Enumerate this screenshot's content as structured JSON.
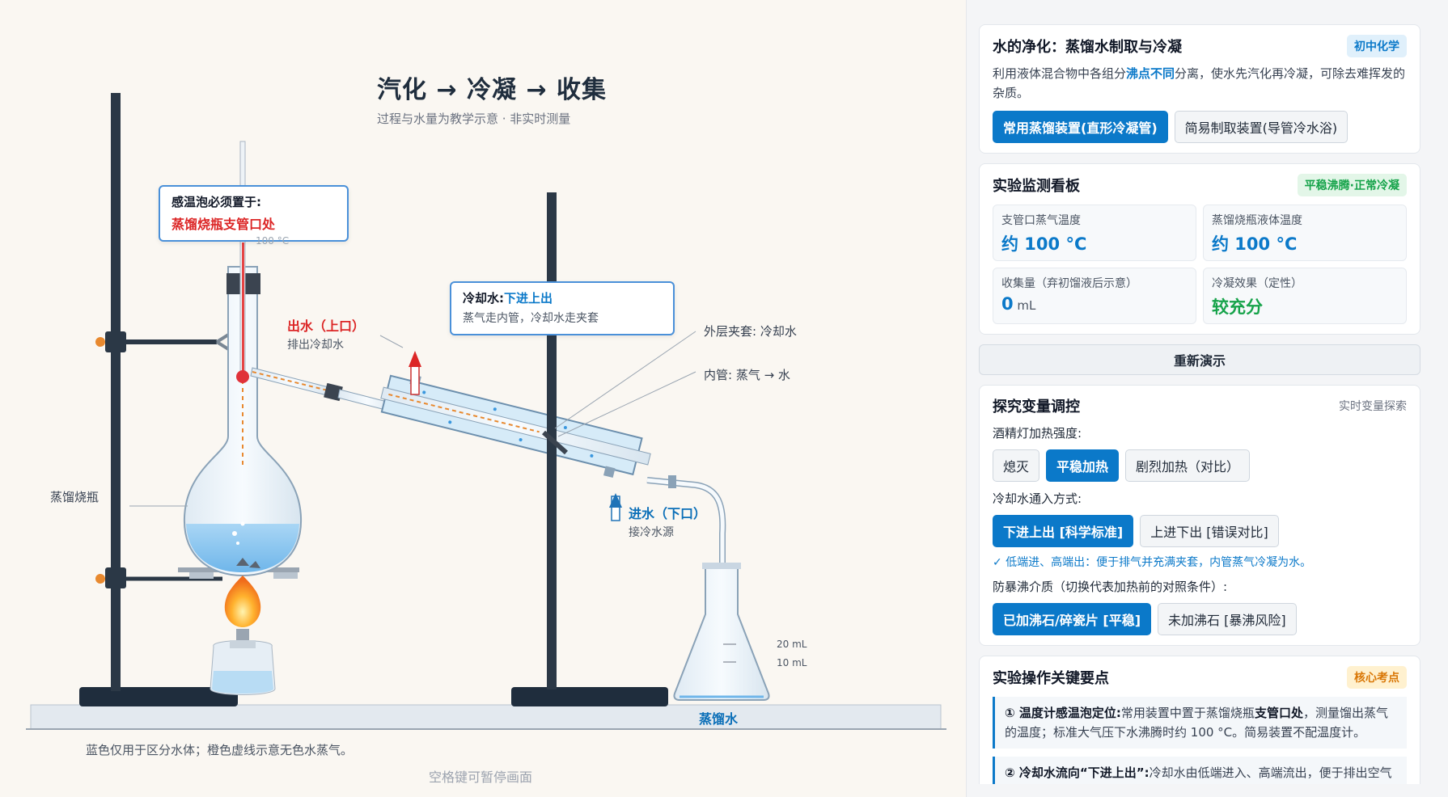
{
  "stage": {
    "title": "汽化 → 冷凝 → 收集",
    "subtitle": "过程与水量为教学示意 · 非实时测量",
    "bottom_note": "蓝色仅用于区分水体；橙色虚线示意无色水蒸气。",
    "pause_hint": "空格键可暂停画面",
    "thermo_callout": {
      "title": "感温泡必须置于:",
      "highlight": "蒸馏烧瓶支管口处"
    },
    "cooling_callout": {
      "title_prefix": "冷却水:",
      "title_emph": "下进上出",
      "sub": "蒸气走内管，冷却水走夹套"
    },
    "labels": {
      "water_out": "出水（上口）",
      "water_out_sub": "排出冷却水",
      "jacket": "外层夹套: 冷却水",
      "inner": "内管: 蒸气 → 水",
      "flask": "蒸馏烧瓶",
      "water_in": "进水（下口）",
      "water_in_sub": "接冷水源",
      "ml20": "20 mL",
      "ml10": "10 mL",
      "distilled": "蒸馏水",
      "thermo_hidden": "100 °C"
    }
  },
  "header": {
    "title": "水的净化：蒸馏水制取与冷凝",
    "badge": "初中化学",
    "desc_before": "利用液体混合物中各组分",
    "desc_bold": "沸点不同",
    "desc_after": "分离，使水先汽化再冷凝，可除去难挥发的杂质。",
    "modes": [
      "常用蒸馏装置(直形冷凝管)",
      "简易制取装置(导管冷水浴)"
    ]
  },
  "monitor": {
    "title": "实验监测看板",
    "status": "平稳沸腾·正常冷凝",
    "metrics": [
      {
        "label": "支管口蒸气温度",
        "value": "约 100 °C",
        "unit": ""
      },
      {
        "label": "蒸馏烧瓶液体温度",
        "value": "约 100 °C",
        "unit": ""
      },
      {
        "label": "收集量（弃初馏液后示意）",
        "value": "0",
        "unit": " mL"
      },
      {
        "label": "冷凝效果（定性）",
        "value": "较充分",
        "unit": ""
      }
    ]
  },
  "restart_label": "重新演示",
  "controls": {
    "title": "探究变量调控",
    "side": "实时变量探索",
    "heat_label": "酒精灯加热强度:",
    "heat_options": [
      "熄灭",
      "平稳加热",
      "剧烈加热（对比）"
    ],
    "water_label": "冷却水通入方式:",
    "water_options": [
      "下进上出 [科学标准]",
      "上进下出 [错误对比]"
    ],
    "water_hint": "✓ 低端进、高端出：便于排气并充满夹套，内管蒸气冷凝为水。",
    "stone_label": "防暴沸介质（切换代表加热前的对照条件）:",
    "stone_options": [
      "已加沸石/碎瓷片 [平稳]",
      "未加沸石 [暴沸风险]"
    ]
  },
  "keypoints": {
    "title": "实验操作关键要点",
    "badge": "核心考点",
    "items": [
      {
        "head": "① 温度计感温泡定位:",
        "text_a": "常用装置中置于蒸馏烧瓶",
        "bold": "支管口处",
        "text_b": "，测量馏出蒸气的温度；标准大气压下水沸腾时约 100 °C。简易装置不配温度计。"
      },
      {
        "head": "② 冷却水流向“下进上出”:",
        "text_a": "冷却水由低端进入、高端流出，便于排出空气并充满夹套；反接可能积气、影响冷凝。水蒸气与馏出液走",
        "bold": "",
        "text_b": ""
      }
    ]
  },
  "colors": {
    "accent": "#0b79c9",
    "danger": "#dc2626",
    "ok": "#16a34a",
    "warn": "#d97706"
  }
}
